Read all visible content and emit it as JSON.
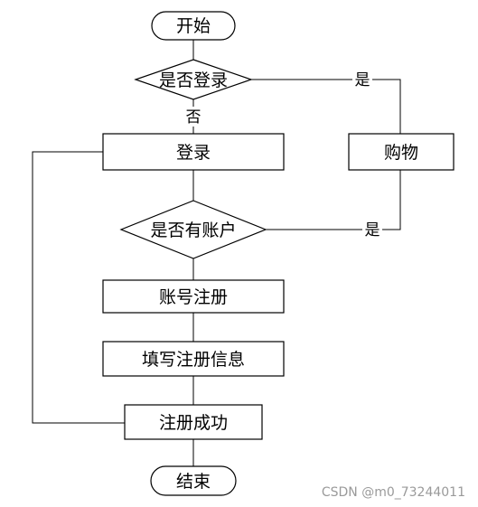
{
  "nodes": {
    "start": "开始",
    "is_logged_in": "是否登录",
    "login": "登录",
    "shopping": "购物",
    "has_account": "是否有账户",
    "register_account": "账号注册",
    "fill_info": "填写注册信息",
    "register_success": "注册成功",
    "end": "结束"
  },
  "edges": {
    "logged_in_yes": "是",
    "logged_in_no": "否",
    "has_account_yes": "是"
  },
  "watermark": "CSDN @m0_73244011"
}
